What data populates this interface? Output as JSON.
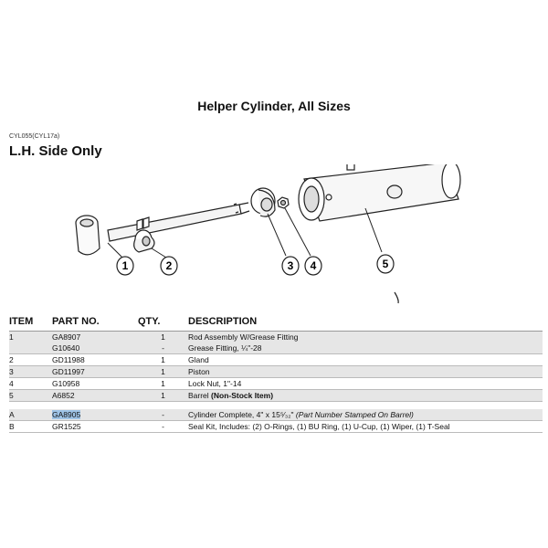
{
  "header": {
    "title": "Helper Cylinder, All Sizes",
    "figure_code": "CYL055(CYL17a)",
    "section": "L.H. Side Only"
  },
  "diagram": {
    "callouts": [
      "1",
      "2",
      "3",
      "4",
      "5"
    ]
  },
  "table": {
    "headers": {
      "item": "ITEM",
      "part": "PART NO.",
      "qty": "QTY.",
      "desc": "DESCRIPTION"
    },
    "rows": [
      {
        "item": "1",
        "part": "GA8907",
        "qty": "1",
        "desc": "Rod Assembly W/Grease Fitting"
      },
      {
        "item": "",
        "part": "G10640",
        "qty": "-",
        "desc": "Grease Fitting, ¼\"-28"
      },
      {
        "item": "2",
        "part": "GD11988",
        "qty": "1",
        "desc": "Gland"
      },
      {
        "item": "3",
        "part": "GD11997",
        "qty": "1",
        "desc": "Piston"
      },
      {
        "item": "4",
        "part": "G10958",
        "qty": "1",
        "desc": "Lock Nut, 1\"-14"
      },
      {
        "item": "5",
        "part": "A6852",
        "qty": "1",
        "desc": "Barrel ",
        "note": "(Non-Stock Item)"
      },
      {
        "item": "A",
        "part": "GA8905",
        "qty": "-",
        "desc": "Cylinder Complete, 4\" x 15⁵⁄₃₂\" ",
        "note": "(Part Number Stamped On Barrel)"
      },
      {
        "item": "B",
        "part": "GR1525",
        "qty": "-",
        "desc": "Seal Kit, Includes: (2) O-Rings, (1) BU Ring, (1) U-Cup, (1) Wiper, (1) T-Seal"
      }
    ]
  }
}
